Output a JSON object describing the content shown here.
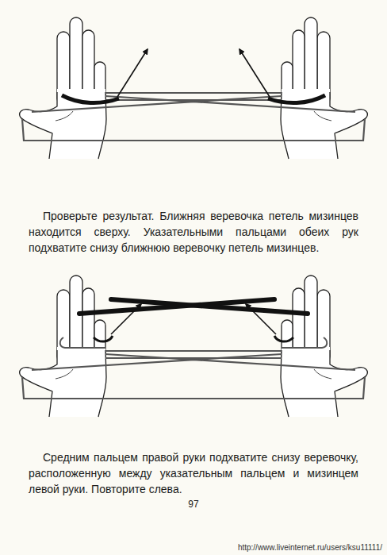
{
  "diagram": {
    "labels": [
      "Проверьте результат. Ближняя веревочка петель мизинцев находится сверху. Указательными пальцами обеих рук подхватите снизу ближнюю веревочку петель мизинцев.",
      "Средним пальцем правой руки подхватите снизу веревочку, расположенную между указательным пальцем и мизинцем левой руки. Повторите слева.",
      "97",
      "http://www.liveinternet.ru/users/ksu11111/"
    ]
  }
}
